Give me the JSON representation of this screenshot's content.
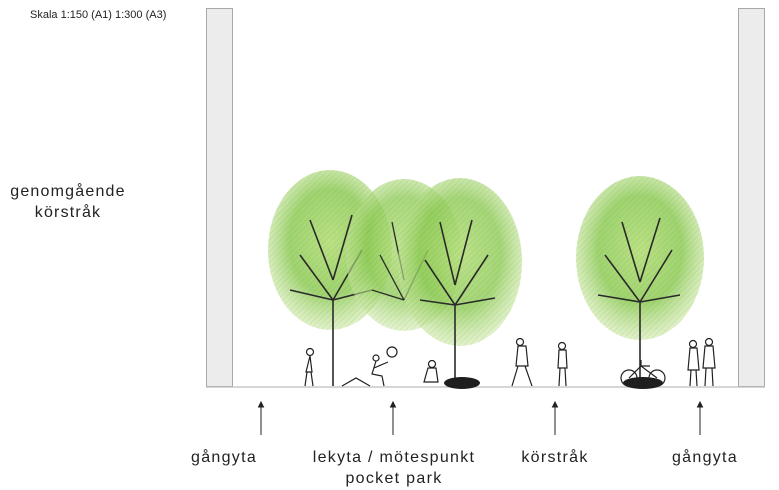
{
  "scale_note": "Skala 1:150 (A1) 1:300 (A3)",
  "side_label": {
    "line1": "genomgående",
    "line2": "körstråk"
  },
  "zone_labels": [
    {
      "text": "gångyta"
    },
    {
      "text": "lekyta / mötespunkt",
      "text2": "pocket park"
    },
    {
      "text": "körstråk"
    },
    {
      "text": "gångyta"
    }
  ],
  "colors": {
    "tree_light": "#cfe9a4",
    "tree_mid": "#9fd36a",
    "tree_dark": "#6fb13c",
    "trunk": "#2a2a2a",
    "wall_fill": "#ececec",
    "wall_stroke": "#a8a8a8",
    "ground": "#bdbdbd"
  },
  "icons": [
    "tree-icon",
    "pedestrian-icon",
    "bicycle-icon",
    "play-equipment-icon",
    "bench-icon"
  ]
}
